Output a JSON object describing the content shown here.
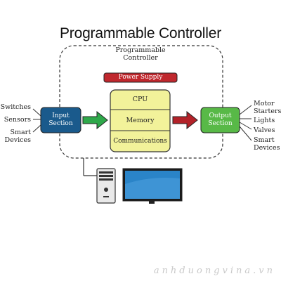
{
  "title": "Programmable Controller",
  "controller_label_line1": "Programmable",
  "controller_label_line2": "Controller",
  "power_supply": "Power Supply",
  "cpu_sections": {
    "cpu": "CPU",
    "memory": "Memory",
    "communications": "Communications"
  },
  "input_section": {
    "line1": "Input",
    "line2": "Section"
  },
  "output_section": {
    "line1": "Output",
    "line2": "Section"
  },
  "inputs": [
    "Switches",
    "Sensors",
    "Smart",
    "Devices"
  ],
  "outputs": [
    "Motor",
    "Starters",
    "Lights",
    "Valves",
    "Smart",
    "Devices"
  ],
  "watermark": "anhduongvina.vn",
  "colors": {
    "input_box": "#1a5a8c",
    "output_box": "#58b947",
    "cpu_fill": "#f2f29a",
    "power_supply": "#c0282e",
    "arrow_in": "#2ea84a",
    "arrow_out": "#b32229",
    "monitor_screen": "#2a84c8"
  },
  "icons": [
    "computer-tower-icon",
    "monitor-icon"
  ]
}
